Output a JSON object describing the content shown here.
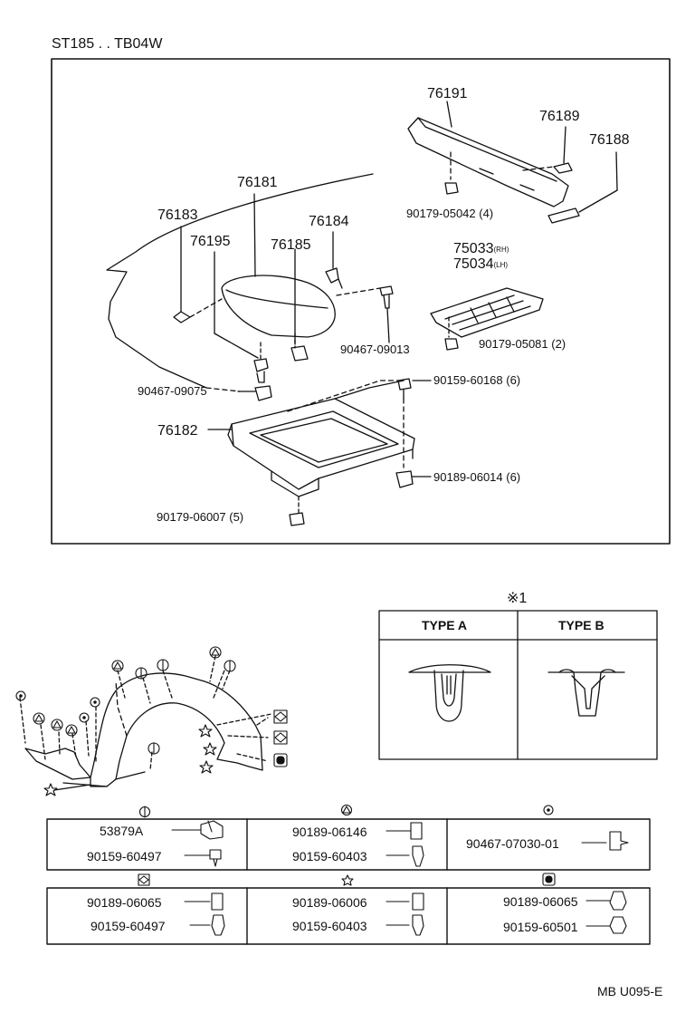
{
  "header": {
    "model": "ST185 . . TB04W",
    "code": "MB U095-E"
  },
  "upper_parts": {
    "p76191": "76191",
    "p76189": "76189",
    "p76188": "76188",
    "p76181": "76181",
    "p76183": "76183",
    "p76184": "76184",
    "p76195": "76195",
    "p76185": "76185",
    "p75033": "75033",
    "p75033_side": "(RH)",
    "p75034": "75034",
    "p75034_side": "(LH)",
    "p90179_05042": "90179-05042 (4)",
    "p90467_09013": "90467-09013",
    "p90179_05081": "90179-05081 (2)",
    "p90467_09075": "90467-09075",
    "p90159_60168": "90159-60168 (6)",
    "p76182": "76182",
    "p90189_06014": "90189-06014 (6)",
    "p90179_06007": "90179-06007 (5)"
  },
  "clip_types": {
    "note": "※1",
    "type_a": "TYPE A",
    "type_b": "TYPE B"
  },
  "fastener_table": {
    "row1": [
      {
        "symbol": "half-circle",
        "parts": [
          "53879A",
          "90159-60497"
        ]
      },
      {
        "symbol": "triangle-circle",
        "parts": [
          "90189-06146",
          "90159-60403"
        ]
      },
      {
        "symbol": "dot-circle",
        "parts": [
          "90467-07030-01"
        ]
      }
    ],
    "row2": [
      {
        "symbol": "square-diamond",
        "parts": [
          "90189-06065",
          "90159-60497"
        ]
      },
      {
        "symbol": "star",
        "parts": [
          "90189-06006",
          "90159-60403"
        ]
      },
      {
        "symbol": "rounded-square",
        "parts": [
          "90189-06065",
          "90159-60501"
        ]
      }
    ]
  }
}
